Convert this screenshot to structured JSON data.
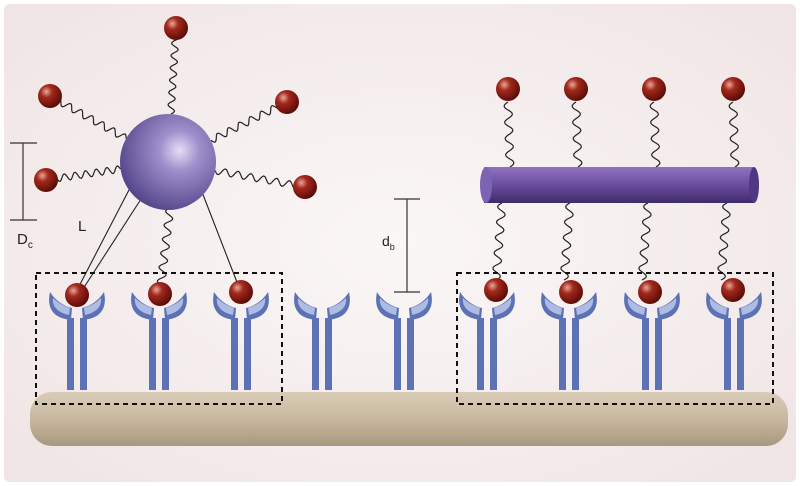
{
  "labels": {
    "dc_main": "D",
    "dc_sub": "c",
    "L": "L",
    "db_main": "d",
    "db_sub": "b"
  },
  "colors": {
    "background": "#f6eeee",
    "surface": "#c9b9a3",
    "receptor": "#5d72b4",
    "receptor_light": "#a9b8e0",
    "ligand": "#8b1a12",
    "nanoparticle": "#7a6cb0",
    "nanorod": "#6a4e9e",
    "box_line": "#111111"
  }
}
